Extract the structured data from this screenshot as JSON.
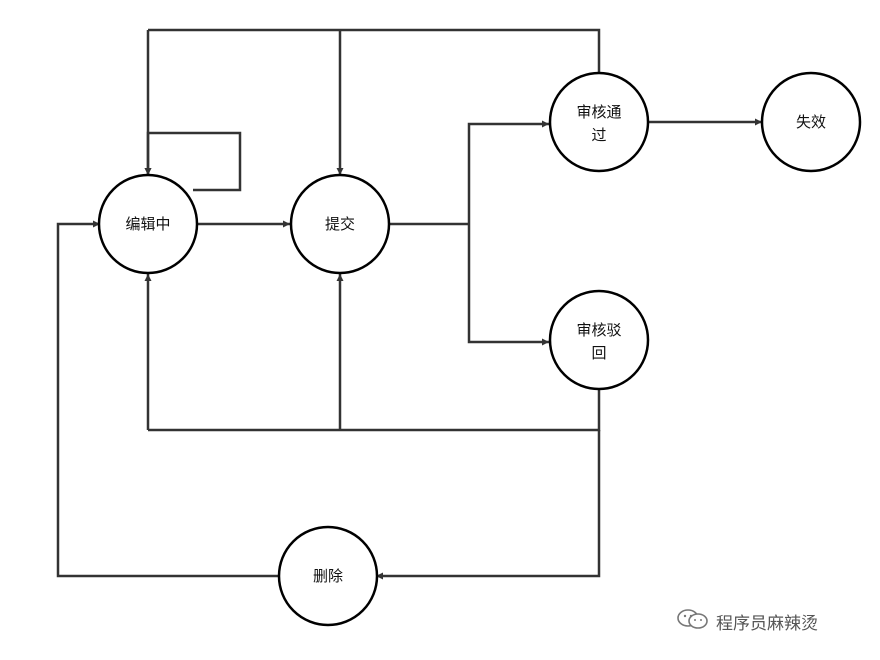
{
  "nodes": {
    "editing": "编辑中",
    "submitted": "提交",
    "approved_line1": "审核通",
    "approved_line2": "过",
    "invalid": "失效",
    "rejected_line1": "审核驳",
    "rejected_line2": "回",
    "deleted": "删除"
  },
  "watermark": {
    "icon": "wechat-icon",
    "text": "程序员麻辣烫"
  }
}
